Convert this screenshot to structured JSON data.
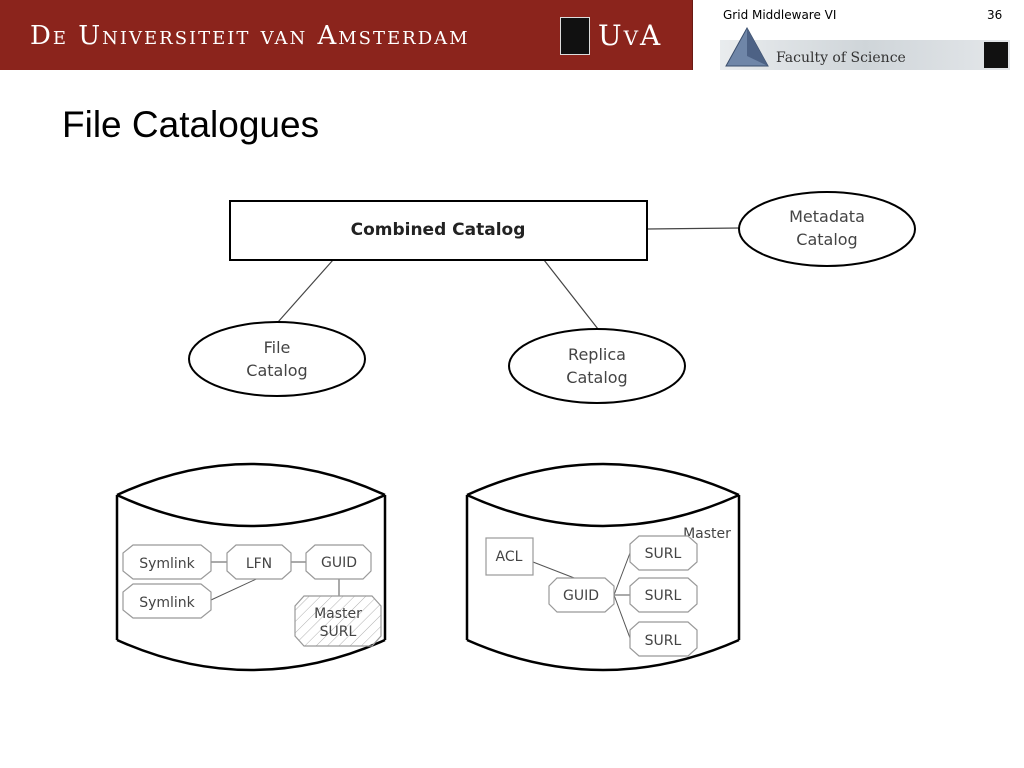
{
  "header": {
    "banner_title": "De Universiteit van Amsterdam",
    "banner_short": "UvA",
    "course": "Grid Middleware VI",
    "slide_number": "36",
    "faculty": "Faculty of Science"
  },
  "slide": {
    "title": "File Catalogues"
  },
  "diagram": {
    "combined_catalog": "Combined Catalog",
    "metadata_catalog": [
      "Metadata",
      "Catalog"
    ],
    "file_catalog": [
      "File",
      "Catalog"
    ],
    "replica_catalog": [
      "Replica",
      "Catalog"
    ],
    "left_db": {
      "symlink_1": "Symlink",
      "symlink_2": "Symlink",
      "lfn": "LFN",
      "guid": "GUID",
      "master_surl": [
        "Master",
        "SURL"
      ]
    },
    "right_db": {
      "acl": "ACL",
      "guid": "GUID",
      "master_label": "Master",
      "surl_1": "SURL",
      "surl_2": "SURL",
      "surl_3": "SURL"
    }
  },
  "colors": {
    "banner": "#8b241c",
    "stroke": "#000000"
  }
}
